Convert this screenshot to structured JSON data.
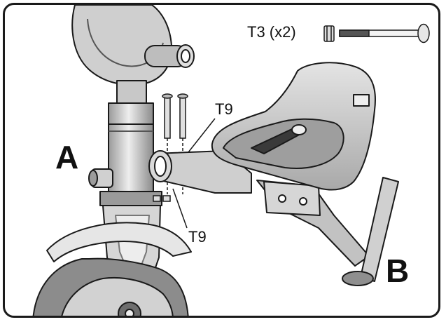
{
  "labels": {
    "part_a": "A",
    "part_b": "B",
    "screw_t3": "T3 (x2)",
    "callout_upper": "T9",
    "callout_lower": "T9"
  },
  "colors": {
    "line": "#1a1a1a",
    "fill_light": "#d9d9d9",
    "fill_mid": "#bdbdbd",
    "fill_dark": "#6e6e6e",
    "background": "#ffffff"
  }
}
